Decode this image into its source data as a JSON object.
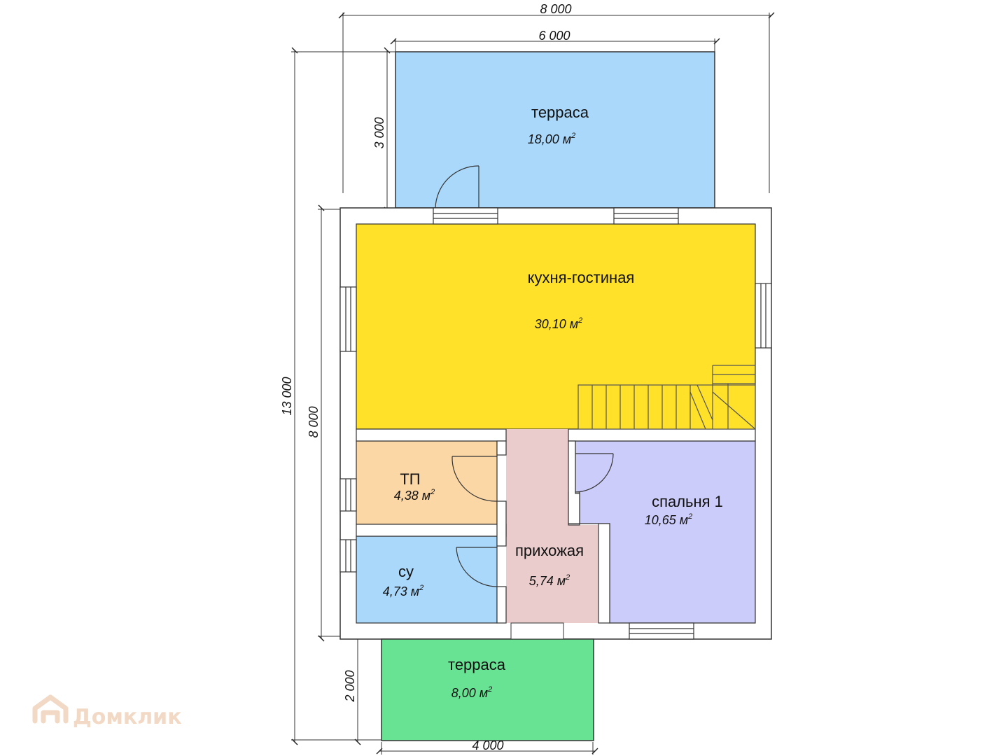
{
  "dimensions": {
    "top_overall": "8 000",
    "top_terrace": "6 000",
    "left_terrace": "3 000",
    "left_overall": "13 000",
    "left_house": "8 000",
    "bottom_terrace_height": "2 000",
    "bottom_terrace_width": "4 000"
  },
  "rooms": {
    "terrace_top": {
      "name": "терраса",
      "area": "18,00 м",
      "sup": "2"
    },
    "kitchen": {
      "name": "кухня-гостиная",
      "area": "30,10 м",
      "sup": "2"
    },
    "tp": {
      "name": "ТП",
      "area": "4,38 м",
      "sup": "2"
    },
    "bath": {
      "name": "су",
      "area": "4,73 м",
      "sup": "2"
    },
    "hall": {
      "name": "прихожая",
      "area": "5,74 м",
      "sup": "2"
    },
    "bedroom": {
      "name": "спальня 1",
      "area": "10,65 м",
      "sup": "2"
    },
    "terrace_bottom": {
      "name": "терраса",
      "area": "8,00 м",
      "sup": "2"
    }
  },
  "colors": {
    "terrace_top": "#aad8fb",
    "kitchen": "#ffe12a",
    "tp": "#fbd7a6",
    "bath": "#aad8fb",
    "hall": "#ebcccc",
    "bedroom": "#ccccfa",
    "terrace_bottom": "#68e293",
    "wall": "#ffffff",
    "line": "#333333"
  },
  "logo": {
    "text": "Домклик"
  }
}
